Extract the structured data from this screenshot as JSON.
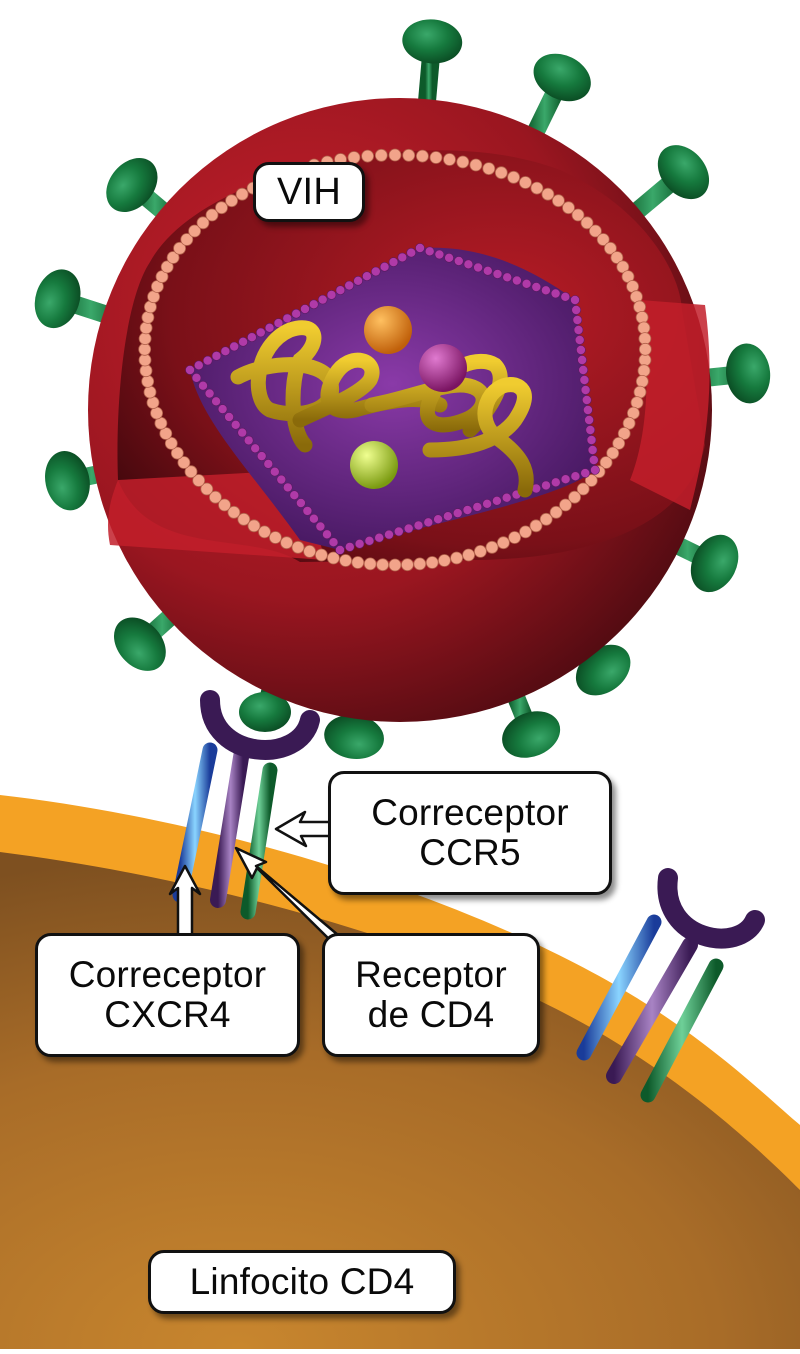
{
  "title": "VIH y linfocito CD4: receptores de entrada",
  "colors": {
    "virus_envelope": "#a01820",
    "virus_envelope_dark": "#5a0c12",
    "glycoprotein": "#14763a",
    "matrix_beads": "#f2a48a",
    "capsid": "#6e2a8c",
    "capsid_beads": "#b03aa8",
    "rna": "#c9a017",
    "enzyme_orange": "#f0901a",
    "enzyme_magenta": "#b0288c",
    "enzyme_lime": "#b4d420",
    "cell_membrane": "#f4a224",
    "cell_cytoplasm": "#9a6428",
    "receptor_cd4": "#5c2e78",
    "coreceptor_cxcr4": "#2f7fd8",
    "coreceptor_ccr5": "#1d7f45"
  },
  "labels": {
    "virus": "VIH",
    "ccr5": {
      "line1": "Correceptor",
      "line2": "CCR5"
    },
    "cxcr4": {
      "line1": "Correceptor",
      "line2": "CXCR4"
    },
    "cd4": {
      "line1": "Receptor",
      "line2": "de CD4"
    },
    "cell": "Linfocito CD4"
  }
}
